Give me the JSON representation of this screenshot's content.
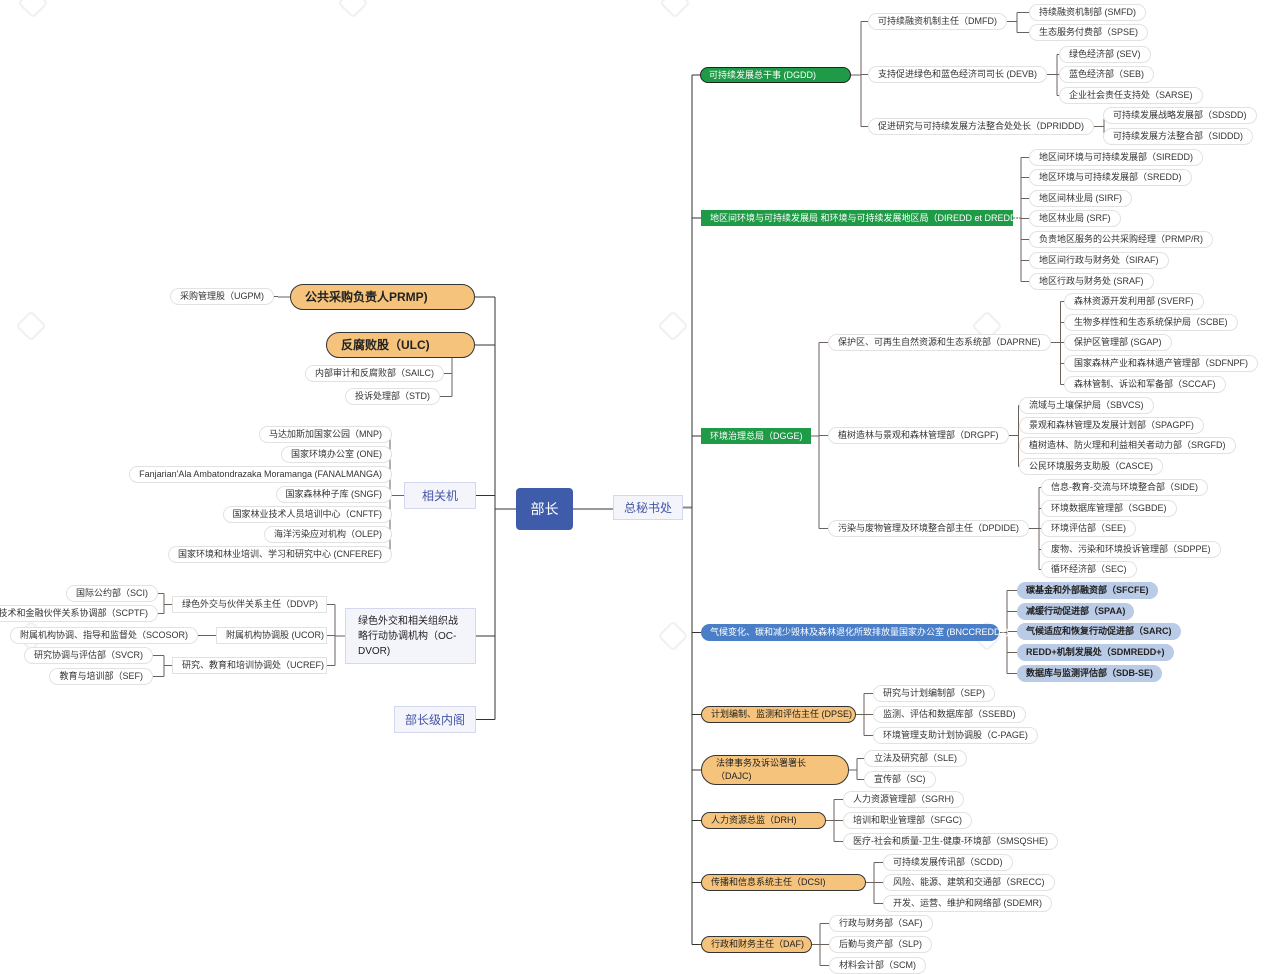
{
  "title": "部长",
  "root": {
    "label": "部长"
  },
  "secretariat": {
    "label": "总秘书处"
  },
  "left": {
    "prmp": {
      "label": "公共采购负责人PRMP)",
      "children": [
        "采购管理股（UGPM)"
      ]
    },
    "ulc": {
      "label": "反腐败股（ULC)",
      "children": [
        "内部审计和反腐败部（SAILC)",
        "投诉处理部（STD)"
      ]
    },
    "related": {
      "label": "相关机",
      "children": [
        "马达加斯加国家公园（MNP)",
        "国家环境办公室 (ONE)",
        "Fanjarian'Ala Ambatondrazaka Moramanga (FANALMANGA)",
        "国家森林种子库 (SNGF)",
        "国家林业技术人员培训中心（CNFTF)",
        "海洋污染应对机构（OLEP)",
        "国家环境和林业培训、学习和研究中心 (CNFEREF)"
      ]
    },
    "ocdvor": {
      "label": "绿色外交和相关组织战略行动协调机构（OC-DVOR)",
      "children": [
        {
          "label": "绿色外交与伙伴关系主任（DDVP)",
          "children": [
            "国际公约部（SCI)",
            "技术和金融伙伴关系协调部（SCPTF)"
          ]
        },
        {
          "label": "附属机构协调股 (UCOR)",
          "children": [
            "附属机构协调、指导和监督处（SCOSOR)"
          ]
        },
        {
          "label": "研究、教育和培训协调处（UCREF)",
          "children": [
            "研究协调与评估部（SVCR)",
            "教育与培训部（SEF)"
          ]
        }
      ]
    },
    "cabinet": {
      "label": "部长级内阁"
    }
  },
  "right": [
    {
      "label": "可持续发展总干事 (DGDD)",
      "style": "green-pill",
      "children": [
        {
          "label": "可持续融资机制主任（DMFD)",
          "children": [
            "持续融资机制部 (SMFD)",
            "生态服务付费部（SPSE)"
          ]
        },
        {
          "label": "支持促进绿色和蓝色经济司司长 (DEVB)",
          "children": [
            "绿色经济部 (SEV)",
            "蓝色经济部（SEB)",
            "企业社会责任支持处（SARSE)"
          ]
        },
        {
          "label": "促进研究与可持续发展方法整合处处长（DPRIDDD)",
          "children": [
            "可持续发展战略发展部（SDSDD)",
            "可持续发展方法整合部（SIDDD)"
          ]
        }
      ]
    },
    {
      "label": "地区间环境与可持续发展局 和环境与可持续发展地区局（DIREDD et DREDD)",
      "style": "green-rect",
      "children": [
        "地区间环境与可持续发展部（SIREDD)",
        "地区环境与可持续发展部（SREDD)",
        "地区间林业局 (SIRF)",
        "地区林业局 (SRF)",
        "负责地区服务的公共采购经理（PRMP/R)",
        "地区间行政与财务处（SIRAF)",
        "地区行政与财务处 (SRAF)"
      ]
    },
    {
      "label": "环境治理总局（DGGE)",
      "style": "green-rect",
      "children": [
        {
          "label": "保护区、可再生自然资源和生态系统部（DAPRNE)",
          "children": [
            "森林资源开发利用部 (SVERF)",
            "生物多样性和生态系统保护局（SCBE)",
            "保护区管理部 (SGAP)",
            "国家森林产业和森林遗产管理部（SDFNPF)",
            "森林管制、诉讼和军备部（SCCAF)"
          ]
        },
        {
          "label": "植树造林与景观和森林管理部（DRGPF)",
          "children": [
            "流域与土壤保护局（SBVCS)",
            "景观和森林管理及发展计划部（SPAGPF)",
            "植树造林、防火理和利益相关者动力部（SRGFD)",
            "公民环境服务支助股（CASCE)"
          ]
        },
        {
          "label": "污染与废物管理及环境整合部主任（DPDIDE)",
          "children": [
            "信息-教育-交流与环境整合部（SIDE)",
            "环境数据库管理部（SGBDE)",
            "环境评估部（SEE)",
            "废物、污染和环境投诉管理部（SDPPE)",
            "循环经济部（SEC)"
          ]
        }
      ]
    },
    {
      "label": "气候变化、碳和减少毁林及森林退化所致排放量国家办公室 (BNCCREDD+)",
      "style": "blue",
      "children": [
        "碳基金和外部融资部（SFCFE)",
        "减缓行动促进部（SPAA)",
        "气候适应和恢复行动促进部（SARC)",
        "REDD+机制发展处（SDMREDD+)",
        "数据库与监测评估部（SDB-SE)"
      ]
    },
    {
      "label": "计划编制、监测和评估主任 (DPSE)",
      "style": "orange",
      "children": [
        "研究与计划编制部（SEP)",
        "监测、评估和数据库部（SSEBD)",
        "环境管理支助计划协调股（C-PAGE)"
      ]
    },
    {
      "label": "法律事务及诉讼署署长（DAJC)",
      "style": "orange-tall",
      "children": [
        "立法及研究部（SLE)",
        "宣传部（SC)"
      ]
    },
    {
      "label": "人力资源总监（DRH)",
      "style": "orange",
      "children": [
        "人力资源管理部（SGRH)",
        "培训和职业管理部（SFGC)",
        "医疗-社会和质量-卫生-健康-环境部（SMSQSHE)"
      ]
    },
    {
      "label": "传播和信息系统主任（DCSI)",
      "style": "orange",
      "children": [
        "可持续发展传讯部（SCDD)",
        "风险、能源、建筑和交通部（SRECC)",
        "开发、运营、维护和网络部 (SDEMR)"
      ]
    },
    {
      "label": "行政和财务主任（DAF)",
      "style": "orange",
      "children": [
        "行政与财务部（SAF)",
        "后勤与资产部（SLP)",
        "材料会计部（SCM)"
      ]
    }
  ],
  "colors": {
    "green": "#1f9a46",
    "blue": "#4a7fc8",
    "lightblue": "#b9cbe6",
    "orange": "#f5c37c",
    "root": "#3e5caa",
    "lavender": "#f4f4fb"
  }
}
